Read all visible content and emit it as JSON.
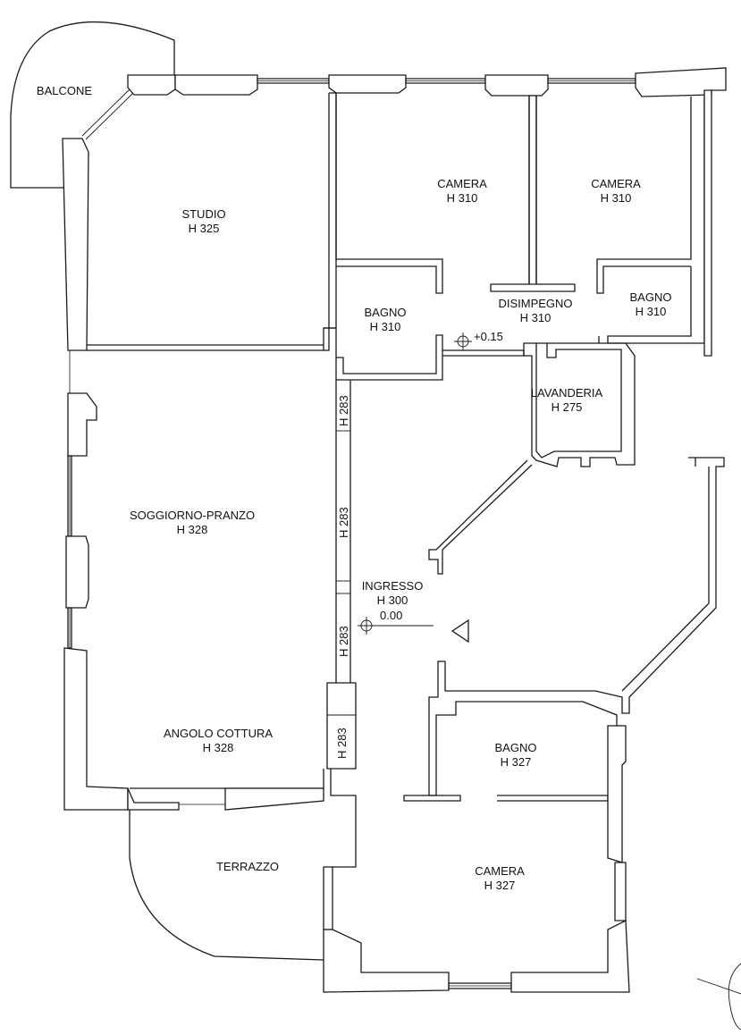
{
  "rooms": {
    "balcone": {
      "name": "BALCONE"
    },
    "studio": {
      "name": "STUDIO",
      "height": "H 325"
    },
    "camera_1": {
      "name": "CAMERA",
      "height": "H 310"
    },
    "camera_2": {
      "name": "CAMERA",
      "height": "H 310"
    },
    "bagno_1": {
      "name": "BAGNO",
      "height": "H 310"
    },
    "disimpegno": {
      "name": "DISIMPEGNO",
      "height": "H 310"
    },
    "bagno_2": {
      "name": "BAGNO",
      "height": "H 310"
    },
    "lavanderia": {
      "name": "LAVANDERIA",
      "height": "H 275"
    },
    "soggiorno": {
      "name": "SOGGIORNO-PRANZO",
      "height": "H 328"
    },
    "ingresso": {
      "name": "INGRESSO",
      "height": "H 300"
    },
    "angolo_cottura": {
      "name": "ANGOLO COTTURA",
      "height": "H 328"
    },
    "bagno_3": {
      "name": "BAGNO",
      "height": "H 327"
    },
    "terrazzo": {
      "name": "TERRAZZO"
    },
    "camera_3": {
      "name": "CAMERA",
      "height": "H 327"
    }
  },
  "levels": {
    "upper": "+0.15",
    "entry": "0.00"
  },
  "partition_heights": [
    "H 283",
    "H 283",
    "H 283",
    "H 283"
  ]
}
